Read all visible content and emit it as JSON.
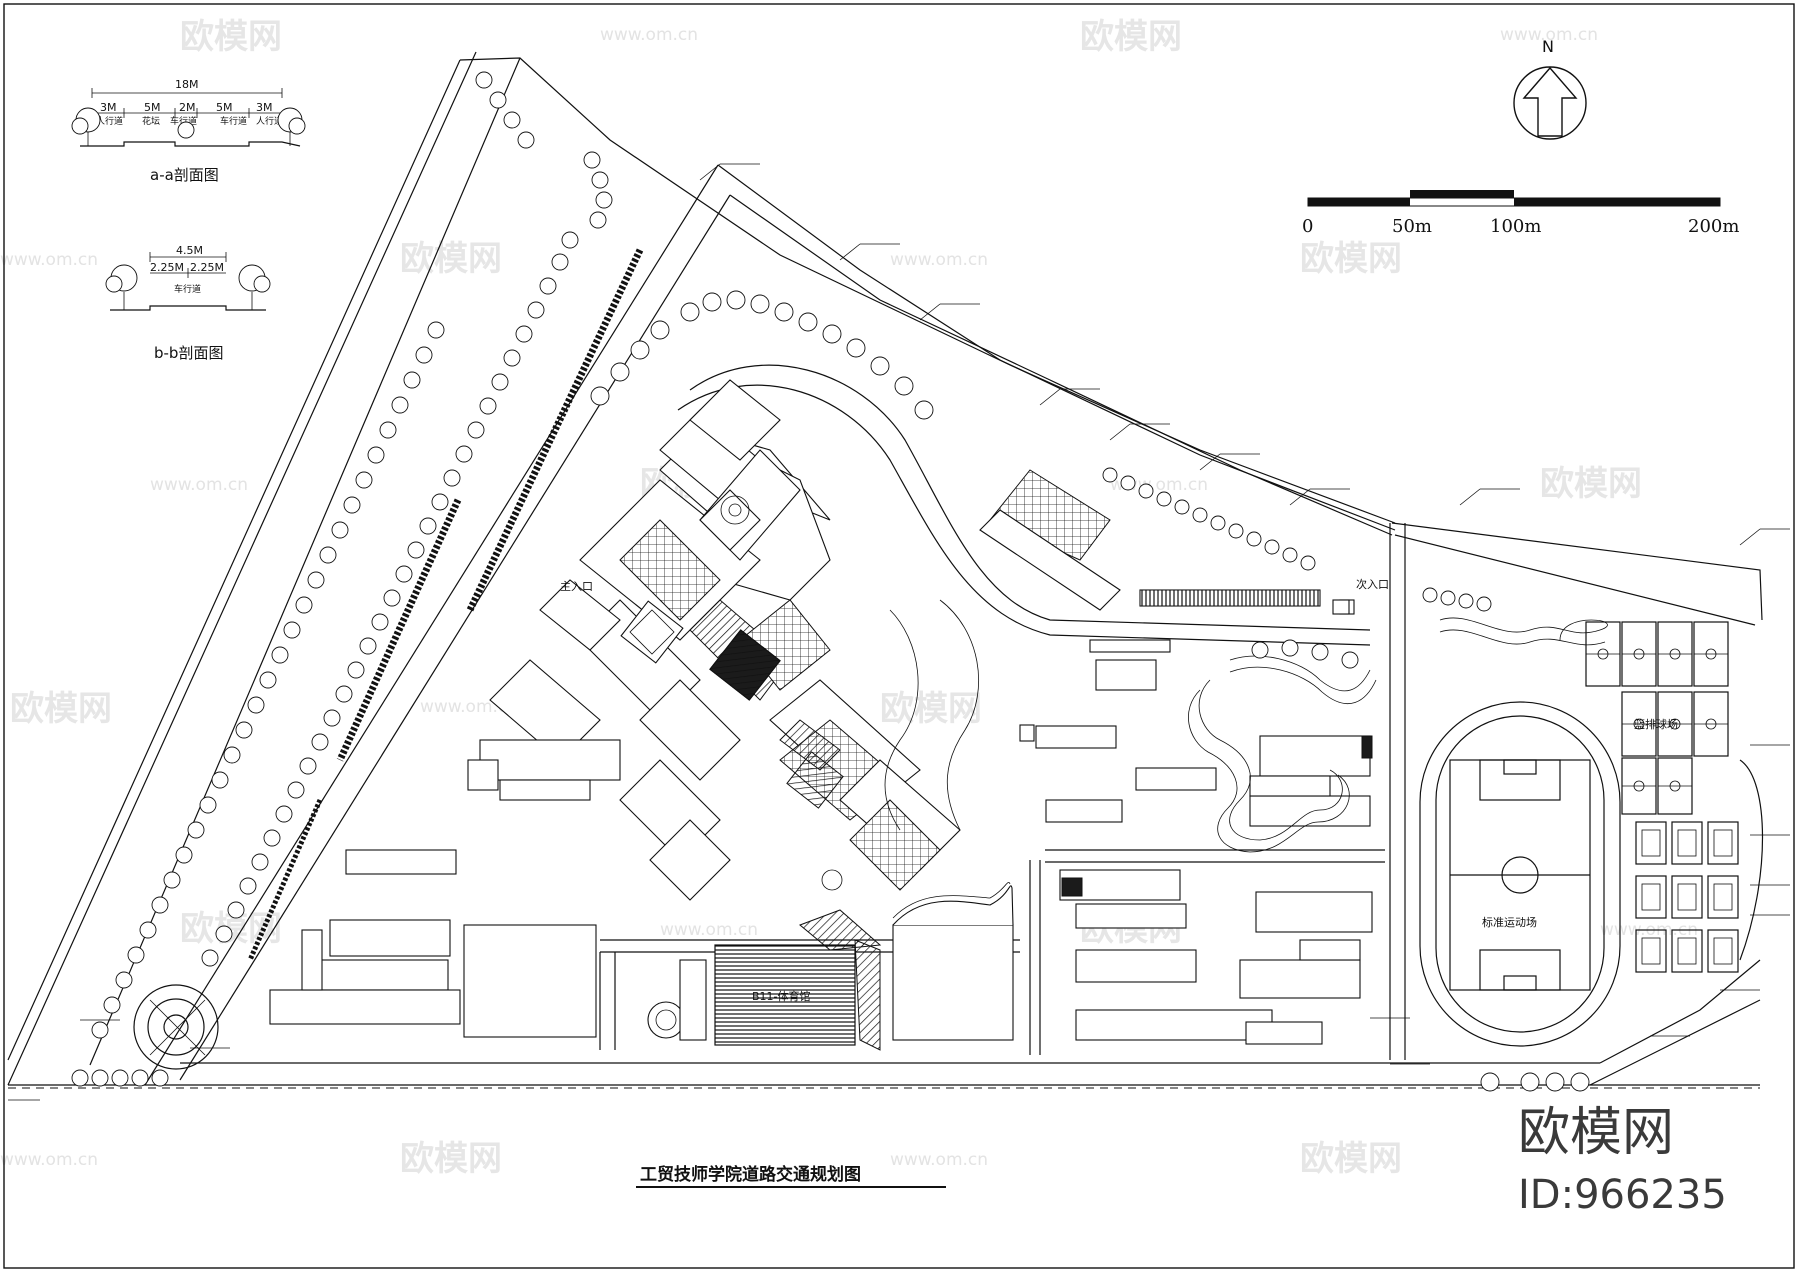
{
  "title": "工贸技师学院道路交通规划图",
  "north_label": "N",
  "scale_bar": {
    "labels": [
      "0",
      "50m",
      "100m",
      "200m"
    ]
  },
  "section_aa": {
    "title": "a-a剖面图",
    "total_width": "18M",
    "widths": [
      "3M",
      "5M",
      "2M",
      "5M",
      "3M"
    ],
    "zones": [
      "人行道",
      "花坛",
      "车行道",
      "车行道",
      "人行道"
    ]
  },
  "section_bb": {
    "title": "b-b剖面图",
    "total_width": "4.5M",
    "widths": [
      "2.25M",
      "2.25M"
    ],
    "zones": [
      "车行道"
    ]
  },
  "site_labels": {
    "main_entrance": "主入口",
    "secondary_entrance": "次入口",
    "stadium": "标准运动场",
    "courts": "篮排球场",
    "gym": "B11-体育馆"
  },
  "watermark": {
    "brand": "欧模网",
    "url": "www.om.cn",
    "id": "ID:966235"
  }
}
